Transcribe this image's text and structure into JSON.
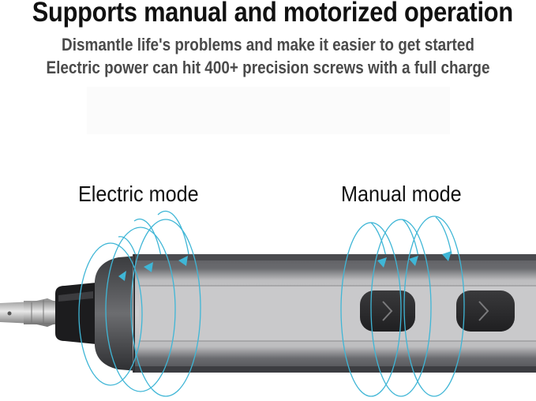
{
  "headline": "Supports manual and motorized operation",
  "subtitle_line1": "Dismantle life's problems and make it easier to get started",
  "subtitle_line2": "Electric power can hit 400+ precision screws with a full charge",
  "modes": {
    "electric_label": "Electric mode",
    "manual_label": "Manual mode"
  },
  "colors": {
    "rotation_arrow": "#3fb6d6",
    "body_light": "#c3c3c5",
    "body_dark": "#5e5f63",
    "button": "#2b2b2d"
  },
  "icons": {
    "button_glyph": "chevron-right-icon",
    "arrow_glyph": "rotation-arrow-icon"
  }
}
